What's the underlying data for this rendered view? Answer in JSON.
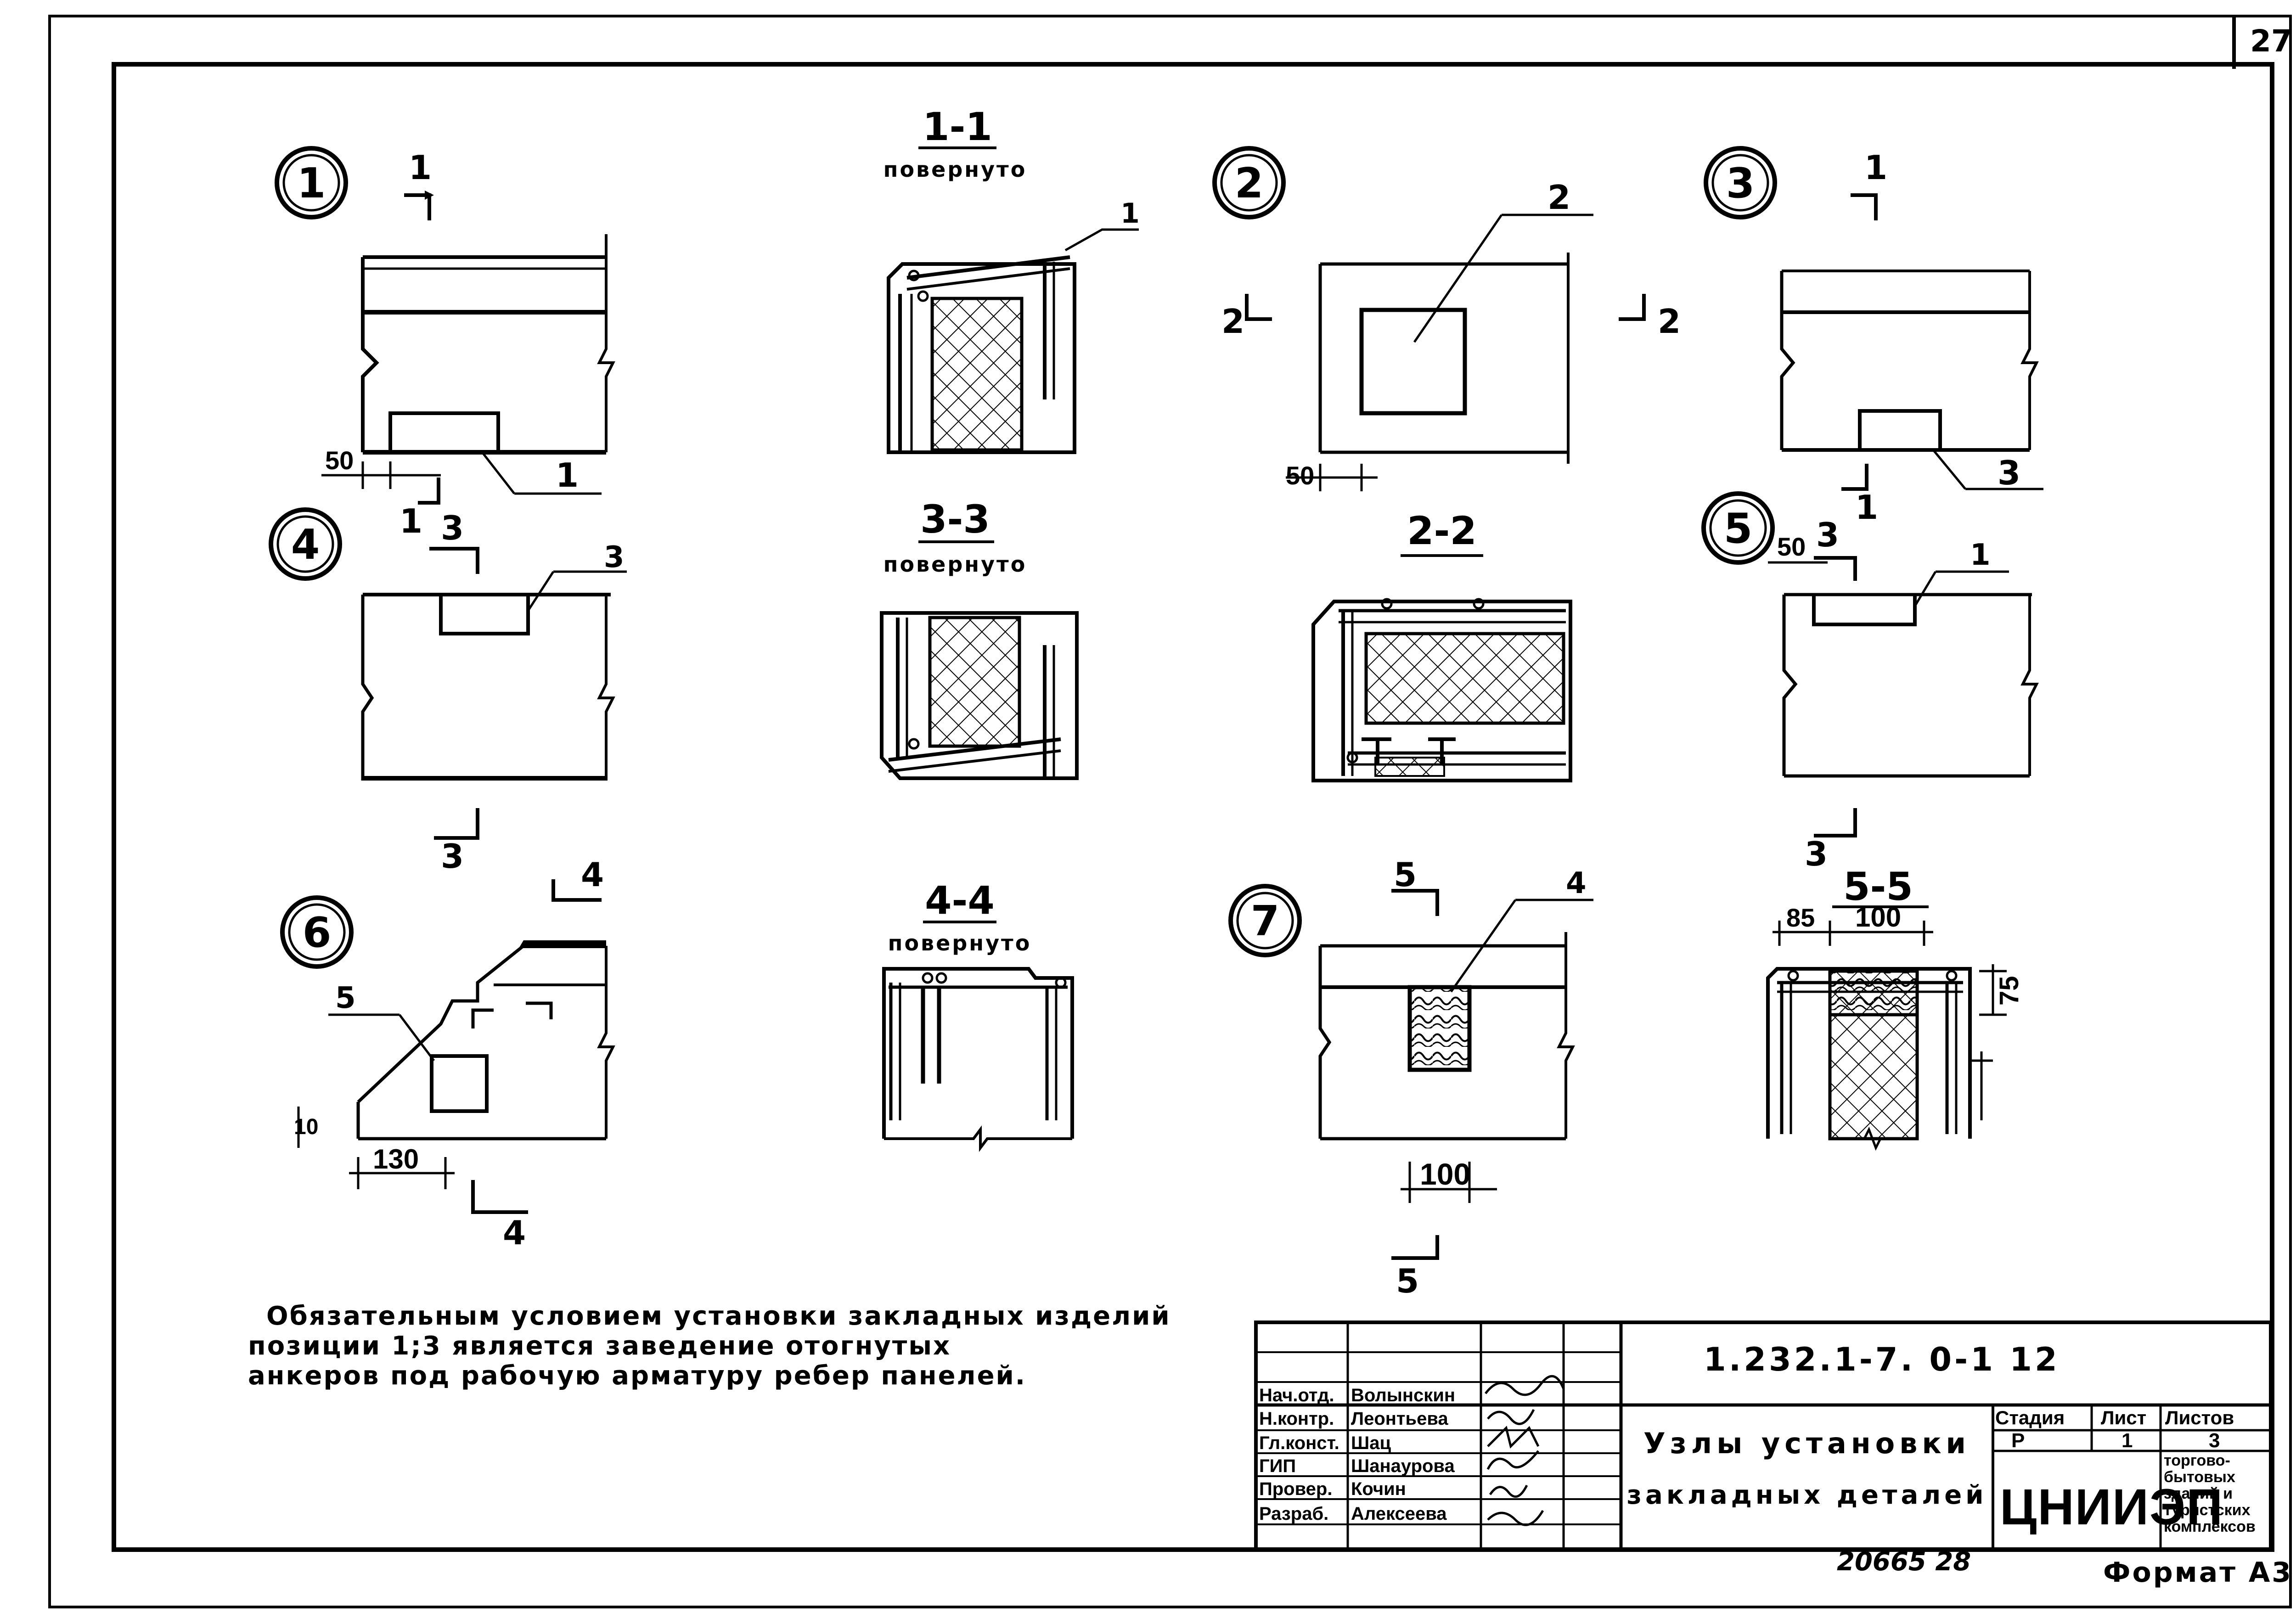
{
  "page_number": "27",
  "format_label": "Формат А3",
  "archive_number": "20665 28",
  "note": {
    "lines": [
      "Обязательным условием установки закладных изделий",
      "позиции 1;3 является заведение отогнутых",
      "анкеров под рабочую арматуру ребер панелей."
    ]
  },
  "details": {
    "d1": {
      "num": "1"
    },
    "d2": {
      "num": "2"
    },
    "d3": {
      "num": "3"
    },
    "d4": {
      "num": "4"
    },
    "d5": {
      "num": "5"
    },
    "d6": {
      "num": "6"
    },
    "d7": {
      "num": "7"
    }
  },
  "sections": {
    "s11": {
      "title": "1-1",
      "subtitle": "повернуто"
    },
    "s33": {
      "title": "3-3",
      "subtitle": "повернуто"
    },
    "s22": {
      "title": "2-2"
    },
    "s44": {
      "title": "4-4",
      "subtitle": "повернуто"
    },
    "s55": {
      "title": "5-5"
    }
  },
  "labels": {
    "cut1": "1",
    "cut2": "2",
    "cut3": "3",
    "cut4": "4",
    "cut5": "5",
    "pos1": "1",
    "pos2": "2",
    "pos3": "3",
    "pos4": "4",
    "pos5": "5"
  },
  "dimensions": {
    "d50a": "50",
    "d50b": "50",
    "d50c": "50",
    "d130": "130",
    "d10": "10",
    "d100a": "100",
    "d100b": "100",
    "d85": "85",
    "d75": "75"
  },
  "title_block": {
    "doc_code": "1.232.1-7. 0-1   12",
    "title_line1": "Узлы установки",
    "title_line2": "закладных деталей",
    "stage_header": "Стадия",
    "sheet_header": "Лист",
    "sheets_header": "Листов",
    "stage_value": "Р",
    "sheet_value": "1",
    "sheets_value": "3",
    "org": "ЦНИИЭП",
    "org_sub": [
      "торгово-",
      "бытовых",
      "зданий и",
      "туристских",
      "комплексов"
    ],
    "rows": [
      {
        "role": "Нач.отд.",
        "name": "Волынскин"
      },
      {
        "role": "Н.контр.",
        "name": "Леонтьева"
      },
      {
        "role": "Гл.конст.",
        "name": "Шац"
      },
      {
        "role": "ГИП",
        "name": "Шанаурова"
      },
      {
        "role": "Провер.",
        "name": "Кочин"
      },
      {
        "role": "Разраб.",
        "name": "Алексеева"
      }
    ]
  }
}
